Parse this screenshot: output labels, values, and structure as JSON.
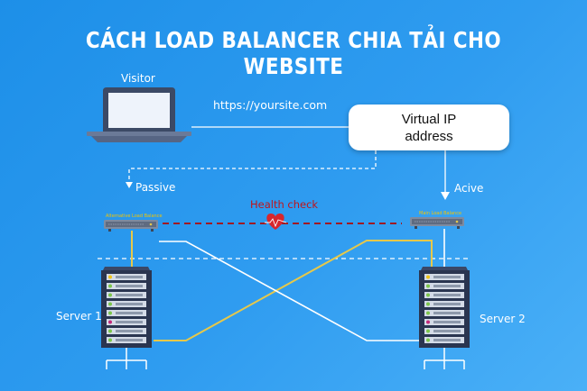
{
  "title": "CÁCH LOAD BALANCER CHIA TẢI CHO WEBSITE",
  "visitor": {
    "label": "Visitor"
  },
  "url": "https://yoursite.com",
  "virtual_ip": {
    "line1": "Virtual IP",
    "line2": "address"
  },
  "passive_label": "Passive",
  "active_label": "Acive",
  "health_check": "Health check",
  "alt_lb": {
    "tag": "Alternative Load Balance"
  },
  "main_lb": {
    "tag": "Main Load Balance"
  },
  "server1": {
    "label": "Server 1"
  },
  "server2": {
    "label": "Server 2"
  },
  "colors": {
    "background": "#2f9cf0",
    "accent_yellow": "#e6c84a",
    "health_red": "#c0151b",
    "server_dark": "#2a3550",
    "laptop": "#3c4a66"
  }
}
